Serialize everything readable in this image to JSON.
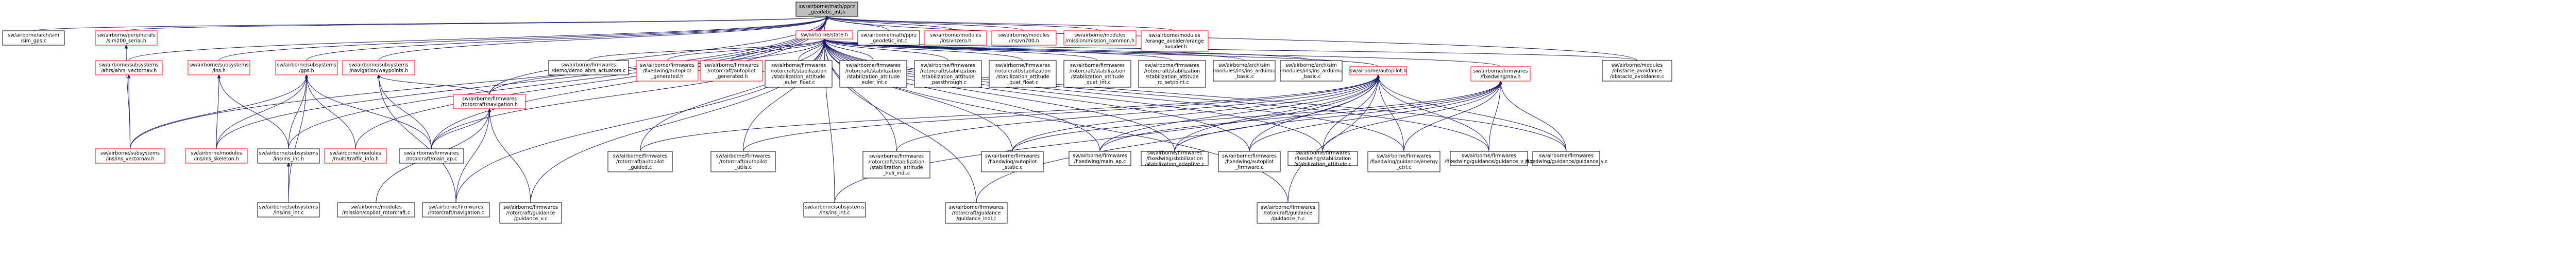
{
  "colors": {
    "edge": "#191970",
    "node_border_normal": "#000000",
    "node_border_undocumented": "#ff0000",
    "node_fill": "#ffffff",
    "root_fill": "#bfbfbf"
  },
  "nodes": [
    {
      "id": "root",
      "kind": "root",
      "lines": [
        "sw/airborne/math/pprz",
        "_geodetic_int.h"
      ]
    },
    {
      "id": "n1",
      "kind": "normal",
      "lines": [
        "sw/airborne/arch/sim",
        "/sim_gps.c"
      ]
    },
    {
      "id": "n2",
      "kind": "red",
      "lines": [
        "sw/airborne/peripherals",
        "/sim200_serial.h"
      ]
    },
    {
      "id": "n3",
      "kind": "red",
      "lines": [
        "sw/airborne/subsystems",
        "/ahrs/ahrs_vectornav.h"
      ]
    },
    {
      "id": "n4",
      "kind": "red",
      "lines": [
        "sw/airborne/subsystems",
        "/ins.h"
      ]
    },
    {
      "id": "n5",
      "kind": "red",
      "lines": [
        "sw/airborne/subsystems",
        "/gps.h"
      ]
    },
    {
      "id": "n6",
      "kind": "red",
      "lines": [
        "sw/airborne/subsystems",
        "/navigation/waypoints.h"
      ]
    },
    {
      "id": "n7",
      "kind": "red",
      "lines": [
        "sw/airborne/state.h"
      ]
    },
    {
      "id": "n8",
      "kind": "normal",
      "lines": [
        "sw/airborne/math/pprz",
        "_geodetic_int.c"
      ]
    },
    {
      "id": "n9",
      "kind": "red",
      "lines": [
        "sw/airborne/modules",
        "/ins/vnzero.h"
      ]
    },
    {
      "id": "n10",
      "kind": "red",
      "lines": [
        "sw/airborne/modules",
        "/ins/vn700.h"
      ]
    },
    {
      "id": "n11",
      "kind": "red",
      "lines": [
        "sw/airborne/modules",
        "/mission/mission_common.h"
      ]
    },
    {
      "id": "n12",
      "kind": "red",
      "lines": [
        "sw/airborne/modules",
        "/orange_avoider/orange",
        "_avoider.h"
      ]
    },
    {
      "id": "n13",
      "kind": "red",
      "lines": [
        "sw/airborne/subsystems",
        "/ins/ins_vectornav.h"
      ]
    },
    {
      "id": "n14",
      "kind": "red",
      "lines": [
        "sw/airborne/modules",
        "/ins/ins_skeleton.h"
      ]
    },
    {
      "id": "n15",
      "kind": "normal",
      "lines": [
        "sw/airborne/subsystems",
        "/ins/ins_int.h"
      ]
    },
    {
      "id": "n16",
      "kind": "red",
      "lines": [
        "sw/airborne/modules",
        "/multi/traffic_info.h"
      ]
    },
    {
      "id": "n17",
      "kind": "normal",
      "lines": [
        "sw/airborne/firmwares",
        "/rotorcraft/main_ap.c"
      ]
    },
    {
      "id": "n18",
      "kind": "red",
      "lines": [
        "sw/airborne/firmwares",
        "/rotorcraft/navigation.h"
      ]
    },
    {
      "id": "n19",
      "kind": "normal",
      "lines": [
        "sw/airborne/subsystems",
        "/ins/ins_int.c"
      ]
    },
    {
      "id": "n20",
      "kind": "normal",
      "lines": [
        "sw/airborne/modules",
        "/mission/copilot_rotorcraft.c"
      ]
    },
    {
      "id": "n21",
      "kind": "normal",
      "lines": [
        "sw/airborne/firmwares",
        "/rotorcraft/navigation.c"
      ]
    },
    {
      "id": "n22",
      "kind": "normal",
      "lines": [
        "sw/airborne/firmwares",
        "/rotorcraft/guidance",
        "/guidance_v.c"
      ]
    },
    {
      "id": "n23",
      "kind": "normal",
      "lines": [
        "sw/airborne/firmwares",
        "/demo/demo_ahrs_actuators.c"
      ]
    },
    {
      "id": "n24",
      "kind": "red",
      "lines": [
        "sw/airborne/firmwares",
        "/fixedwing/autopilot",
        "_generated.h"
      ]
    },
    {
      "id": "n25",
      "kind": "red",
      "lines": [
        "sw/airborne/firmwares",
        "/rotorcraft/autopilot",
        "_generated.h"
      ]
    },
    {
      "id": "n26",
      "kind": "normal",
      "lines": [
        "sw/airborne/firmwares",
        "/rotorcraft/stabilization",
        "/stabilization_attitude",
        "_euler_float.c"
      ]
    },
    {
      "id": "n27",
      "kind": "normal",
      "lines": [
        "sw/airborne/firmwares",
        "/rotorcraft/stabilization",
        "/stabilization_attitude",
        "_euler_int.c"
      ]
    },
    {
      "id": "n28",
      "kind": "normal",
      "lines": [
        "sw/airborne/firmwares",
        "/rotorcraft/stabilization",
        "/stabilization_attitude",
        "_passthrough.c"
      ]
    },
    {
      "id": "n29",
      "kind": "normal",
      "lines": [
        "sw/airborne/firmwares",
        "/rotorcraft/stabilization",
        "/stabilization_attitude",
        "_quat_float.c"
      ]
    },
    {
      "id": "n30",
      "kind": "normal",
      "lines": [
        "sw/airborne/firmwares",
        "/rotorcraft/stabilization",
        "/stabilization_attitude",
        "_quat_int.c"
      ]
    },
    {
      "id": "n31",
      "kind": "normal",
      "lines": [
        "sw/airborne/firmwares",
        "/rotorcraft/stabilization",
        "/stabilization_attitude",
        "_rc_setpoint.c"
      ]
    },
    {
      "id": "n32",
      "kind": "normal",
      "lines": [
        "sw/airborne/arch/sim",
        "/modules/ins/ins_arduimu",
        "_basic.c"
      ]
    },
    {
      "id": "n33",
      "kind": "normal",
      "lines": [
        "sw/airborne/arch/sim",
        "/modules/ins/ins_arduimu",
        "_basic.c"
      ]
    },
    {
      "id": "n34",
      "kind": "red",
      "lines": [
        "sw/airborne/autopilot.h"
      ]
    },
    {
      "id": "n35",
      "kind": "red",
      "lines": [
        "sw/airborne/firmwares",
        "/fixedwing/nav.h"
      ]
    },
    {
      "id": "n36",
      "kind": "normal",
      "lines": [
        "sw/airborne/modules",
        "/obstacle_avoidance",
        "/obstacle_avoidance.c"
      ]
    },
    {
      "id": "n37",
      "kind": "normal",
      "lines": [
        "sw/airborne/firmwares",
        "/rotorcraft/autopilot",
        "_guided.c"
      ]
    },
    {
      "id": "n38",
      "kind": "normal",
      "lines": [
        "sw/airborne/firmwares",
        "/rotorcraft/autopilot",
        "_utils.c"
      ]
    },
    {
      "id": "n39",
      "kind": "normal",
      "lines": [
        "sw/airborne/firmwares",
        "/rotorcraft/stabilization",
        "/stabilization_attitude",
        "_heli_indi.c"
      ]
    },
    {
      "id": "n40",
      "kind": "normal",
      "lines": [
        "sw/airborne/firmwares",
        "/fixedwing/autopilot",
        "_static.c"
      ]
    },
    {
      "id": "n41",
      "kind": "normal",
      "lines": [
        "sw/airborne/firmwares",
        "/fixedwing/main_ap.c"
      ]
    },
    {
      "id": "n42",
      "kind": "normal",
      "lines": [
        "sw/airborne/firmwares",
        "/fixedwing/stabilization",
        "/stabilization_adaptive.c"
      ]
    },
    {
      "id": "n43",
      "kind": "normal",
      "lines": [
        "sw/airborne/firmwares",
        "/fixedwing/autopilot",
        "_firmware.c"
      ]
    },
    {
      "id": "n44",
      "kind": "normal",
      "lines": [
        "sw/airborne/firmwares",
        "/fixedwing/stabilization",
        "/stabilization_attitude.c"
      ]
    },
    {
      "id": "n45",
      "kind": "normal",
      "lines": [
        "sw/airborne/firmwares",
        "/fixedwing/guidance/energy",
        "_ctrl.c"
      ]
    },
    {
      "id": "n46",
      "kind": "normal",
      "lines": [
        "sw/airborne/firmwares",
        "/fixedwing/guidance/guidance_v_n.c"
      ]
    },
    {
      "id": "n47",
      "kind": "normal",
      "lines": [
        "sw/airborne/firmwares",
        "/fixedwing/guidance/guidance_v.c"
      ]
    },
    {
      "id": "n48",
      "kind": "normal",
      "lines": [
        "sw/airborne/subsystems",
        "/ins/ins_int.c"
      ]
    },
    {
      "id": "n49",
      "kind": "normal",
      "lines": [
        "sw/airborne/firmwares",
        "/rotorcraft/guidance",
        "/guidance_indi.c"
      ]
    },
    {
      "id": "n50",
      "kind": "normal",
      "lines": [
        "sw/airborne/firmwares",
        "/rotorcraft/guidance",
        "/guidance_h.c"
      ]
    }
  ],
  "edges": [
    [
      "n1",
      "root"
    ],
    [
      "n2",
      "root"
    ],
    [
      "n3",
      "root"
    ],
    [
      "n4",
      "root"
    ],
    [
      "n5",
      "root"
    ],
    [
      "n6",
      "root"
    ],
    [
      "n7",
      "root"
    ],
    [
      "n8",
      "root"
    ],
    [
      "n9",
      "root"
    ],
    [
      "n10",
      "root"
    ],
    [
      "n11",
      "root"
    ],
    [
      "n12",
      "root"
    ],
    [
      "n13",
      "root"
    ],
    [
      "n14",
      "root"
    ],
    [
      "n15",
      "root"
    ],
    [
      "n16",
      "root"
    ],
    [
      "n17",
      "root"
    ],
    [
      "n18",
      "root"
    ],
    [
      "n36",
      "root"
    ],
    [
      "n13",
      "n3"
    ],
    [
      "n13",
      "n2"
    ],
    [
      "n14",
      "n4"
    ],
    [
      "n15",
      "n4"
    ],
    [
      "n15",
      "n5"
    ],
    [
      "n14",
      "n5"
    ],
    [
      "n16",
      "n5"
    ],
    [
      "n17",
      "n5"
    ],
    [
      "n19",
      "n5"
    ],
    [
      "n13",
      "n5"
    ],
    [
      "n17",
      "n6"
    ],
    [
      "n18",
      "n6"
    ],
    [
      "n19",
      "n15"
    ],
    [
      "n20",
      "n18"
    ],
    [
      "n21",
      "n18"
    ],
    [
      "n22",
      "n18"
    ],
    [
      "n17",
      "n18"
    ],
    [
      "n21",
      "n6"
    ],
    [
      "n23",
      "n7"
    ],
    [
      "n24",
      "n7"
    ],
    [
      "n25",
      "n7"
    ],
    [
      "n26",
      "n7"
    ],
    [
      "n27",
      "n7"
    ],
    [
      "n28",
      "n7"
    ],
    [
      "n29",
      "n7"
    ],
    [
      "n30",
      "n7"
    ],
    [
      "n31",
      "n7"
    ],
    [
      "n32",
      "n7"
    ],
    [
      "n33",
      "n7"
    ],
    [
      "n34",
      "n7"
    ],
    [
      "n35",
      "n7"
    ],
    [
      "n36",
      "n7"
    ],
    [
      "n37",
      "n7"
    ],
    [
      "n38",
      "n7"
    ],
    [
      "n39",
      "n7"
    ],
    [
      "n40",
      "n7"
    ],
    [
      "n41",
      "n7"
    ],
    [
      "n42",
      "n7"
    ],
    [
      "n43",
      "n7"
    ],
    [
      "n44",
      "n7"
    ],
    [
      "n45",
      "n7"
    ],
    [
      "n46",
      "n7"
    ],
    [
      "n47",
      "n7"
    ],
    [
      "n48",
      "n7"
    ],
    [
      "n49",
      "n7"
    ],
    [
      "n50",
      "n7"
    ],
    [
      "n18",
      "n7"
    ],
    [
      "n21",
      "n7"
    ],
    [
      "n22",
      "n7"
    ],
    [
      "n17",
      "n7"
    ],
    [
      "n37",
      "n34"
    ],
    [
      "n38",
      "n34"
    ],
    [
      "n39",
      "n34"
    ],
    [
      "n40",
      "n34"
    ],
    [
      "n41",
      "n34"
    ],
    [
      "n42",
      "n34"
    ],
    [
      "n43",
      "n34"
    ],
    [
      "n44",
      "n34"
    ],
    [
      "n45",
      "n34"
    ],
    [
      "n46",
      "n34"
    ],
    [
      "n47",
      "n34"
    ],
    [
      "n48",
      "n34"
    ],
    [
      "n49",
      "n34"
    ],
    [
      "n50",
      "n34"
    ],
    [
      "n40",
      "n35"
    ],
    [
      "n41",
      "n35"
    ],
    [
      "n42",
      "n35"
    ],
    [
      "n43",
      "n35"
    ],
    [
      "n44",
      "n35"
    ],
    [
      "n45",
      "n35"
    ],
    [
      "n46",
      "n35"
    ],
    [
      "n47",
      "n35"
    ]
  ]
}
